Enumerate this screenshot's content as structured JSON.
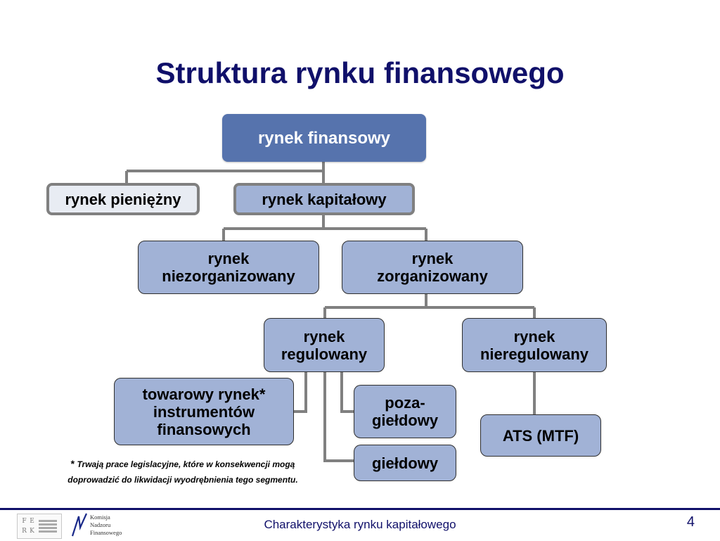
{
  "title": "Struktura rynku finansowego",
  "nodes": {
    "root": "rynek finansowy",
    "money_market": "rynek pieniężny",
    "capital_market": "rynek kapitałowy",
    "unorganized": "rynek\nniezorganizowany",
    "organized": "rynek\nzorganizowany",
    "regulated": "rynek\nregulowany",
    "unregulated": "rynek\nnieregulowany",
    "commodity": "towarowy rynek*\ninstrumentów\nfinansowych",
    "otc": "poza-\ngiełdowy",
    "exchange": "giełdowy",
    "ats": "ATS (MTF)"
  },
  "note": {
    "star": "*",
    "line1": "Trwają prace legislacyjne, które w konsekwencji mogą",
    "line2": "doprowadzić do likwidacji wyodrębnienia tego segmentu."
  },
  "footer": {
    "text": "Charakterystyka rynku kapitałowego",
    "page_number": "4",
    "logo_knf_lines": [
      "Komisja",
      "Nadzoru",
      "Finansowego"
    ],
    "logo_ferk_letters": [
      "F",
      "E",
      "R",
      "K"
    ]
  },
  "colors": {
    "title": "#10106a",
    "root_fill": "#5673ad",
    "node_fill": "#a1b2d6",
    "light_fill": "#e8ecf3",
    "connector": "#808080"
  }
}
